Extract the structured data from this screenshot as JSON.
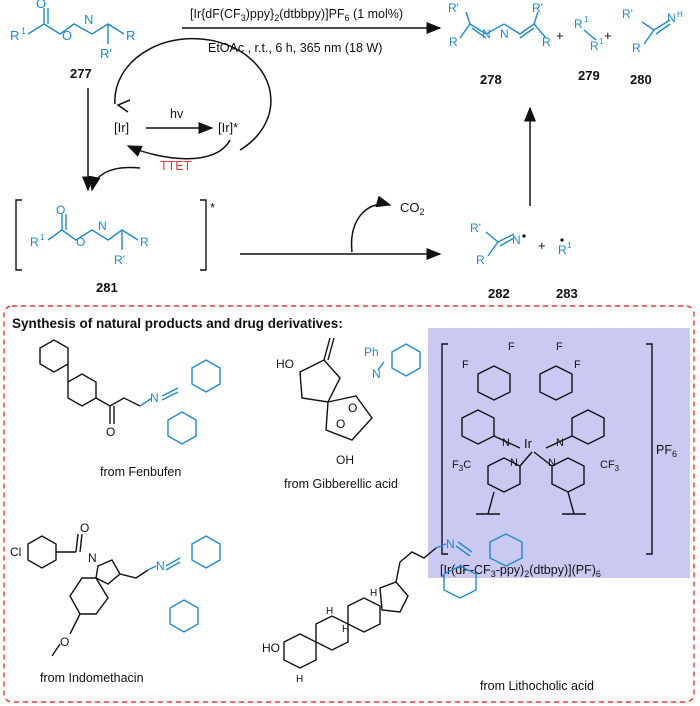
{
  "conditions": {
    "catalyst": "[Ir{dF(CF",
    "catalyst_sub1": "3",
    "catalyst_mid": ")ppy}",
    "catalyst_sub2": "2",
    "catalyst_end": "(dtbbpy)]PF",
    "catalyst_sub3": "6",
    "catalyst_load": " (1 mol%)",
    "solvent_line": "EtOAc , r.t., 6 h, 365 nm (18 W)"
  },
  "compounds": {
    "c277": "277",
    "c278": "278",
    "c279": "279",
    "c280": "280",
    "c281": "281",
    "c282": "282",
    "c283": "283"
  },
  "atoms": {
    "R1": "R",
    "sup1": "1",
    "O": "O",
    "N": "N",
    "R": "R",
    "Rp": "R'",
    "plus": "+",
    "star": "*"
  },
  "cycle": {
    "hv": "hv",
    "ir": "[Ir]",
    "ir_star": "[Ir]*",
    "ttet": "TTET"
  },
  "co2": {
    "text": "CO",
    "sub": "2"
  },
  "panel": {
    "title": "Synthesis of natural products and drug derivatives:",
    "from_fenbufen": "from Fenbufen",
    "from_gibberellic": "from Gibberellic acid",
    "from_indomethacin": "from Indomethacin",
    "from_lithocholic": "from Lithocholic acid",
    "ph": "Ph",
    "ho": "HO",
    "oh": "OH",
    "cl": "Cl",
    "h": "H",
    "f": "F",
    "ir": "Ir",
    "f3c": "F",
    "cf3": "CF",
    "pf6": "PF",
    "six": "6"
  },
  "catalyst_box": {
    "label_a": "[Ir(dF-CF",
    "label_sub1": "3",
    "label_b": "-ppy)",
    "label_sub2": "2",
    "label_c": "(dtbpy)](PF)",
    "label_sub3": "6"
  },
  "colors": {
    "blue": "#1f8ac9",
    "red_dashed": "#e53935",
    "ttet_red": "#e53935",
    "panel_bg": "#c9c9f2"
  }
}
